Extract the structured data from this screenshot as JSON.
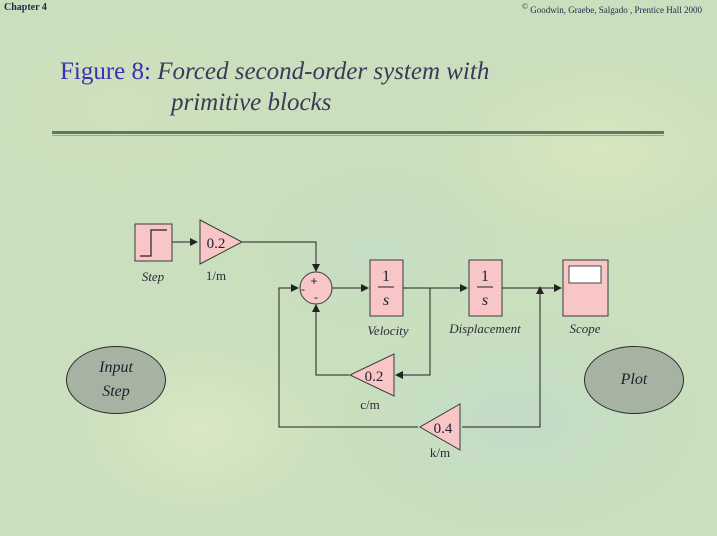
{
  "header": {
    "chapter": "Chapter 4",
    "copyright_symbol": "©",
    "credit": "Goodwin, Graebe, Salgado , Prentice Hall 2000"
  },
  "title": {
    "figure_label": "Figure 8:",
    "line1": "Forced second-order system with",
    "line2": "primitive blocks"
  },
  "blocks": {
    "step": {
      "label": "Step"
    },
    "gain_1m": {
      "value": "0.2",
      "label": "1/m"
    },
    "sum": {
      "plus_top": "+",
      "minus_left": "-",
      "minus_bottom": "-"
    },
    "integrator_velocity": {
      "num": "1",
      "den": "s",
      "label": "Velocity"
    },
    "integrator_displacement": {
      "num": "1",
      "den": "s",
      "label": "Displacement"
    },
    "scope": {
      "label": "Scope"
    },
    "gain_cm": {
      "value": "0.2",
      "label": "c/m"
    },
    "gain_km": {
      "value": "0.4",
      "label": "k/m"
    }
  },
  "buttons": {
    "input_step": {
      "line1": "Input",
      "line2": "Step"
    },
    "plot": {
      "label": "Plot"
    }
  },
  "colors": {
    "block_fill": "#f8c6c6",
    "block_stroke": "#3a3a3a",
    "title_color": "#3b2fb3",
    "ellipse_fill": "#a6b3a2"
  }
}
